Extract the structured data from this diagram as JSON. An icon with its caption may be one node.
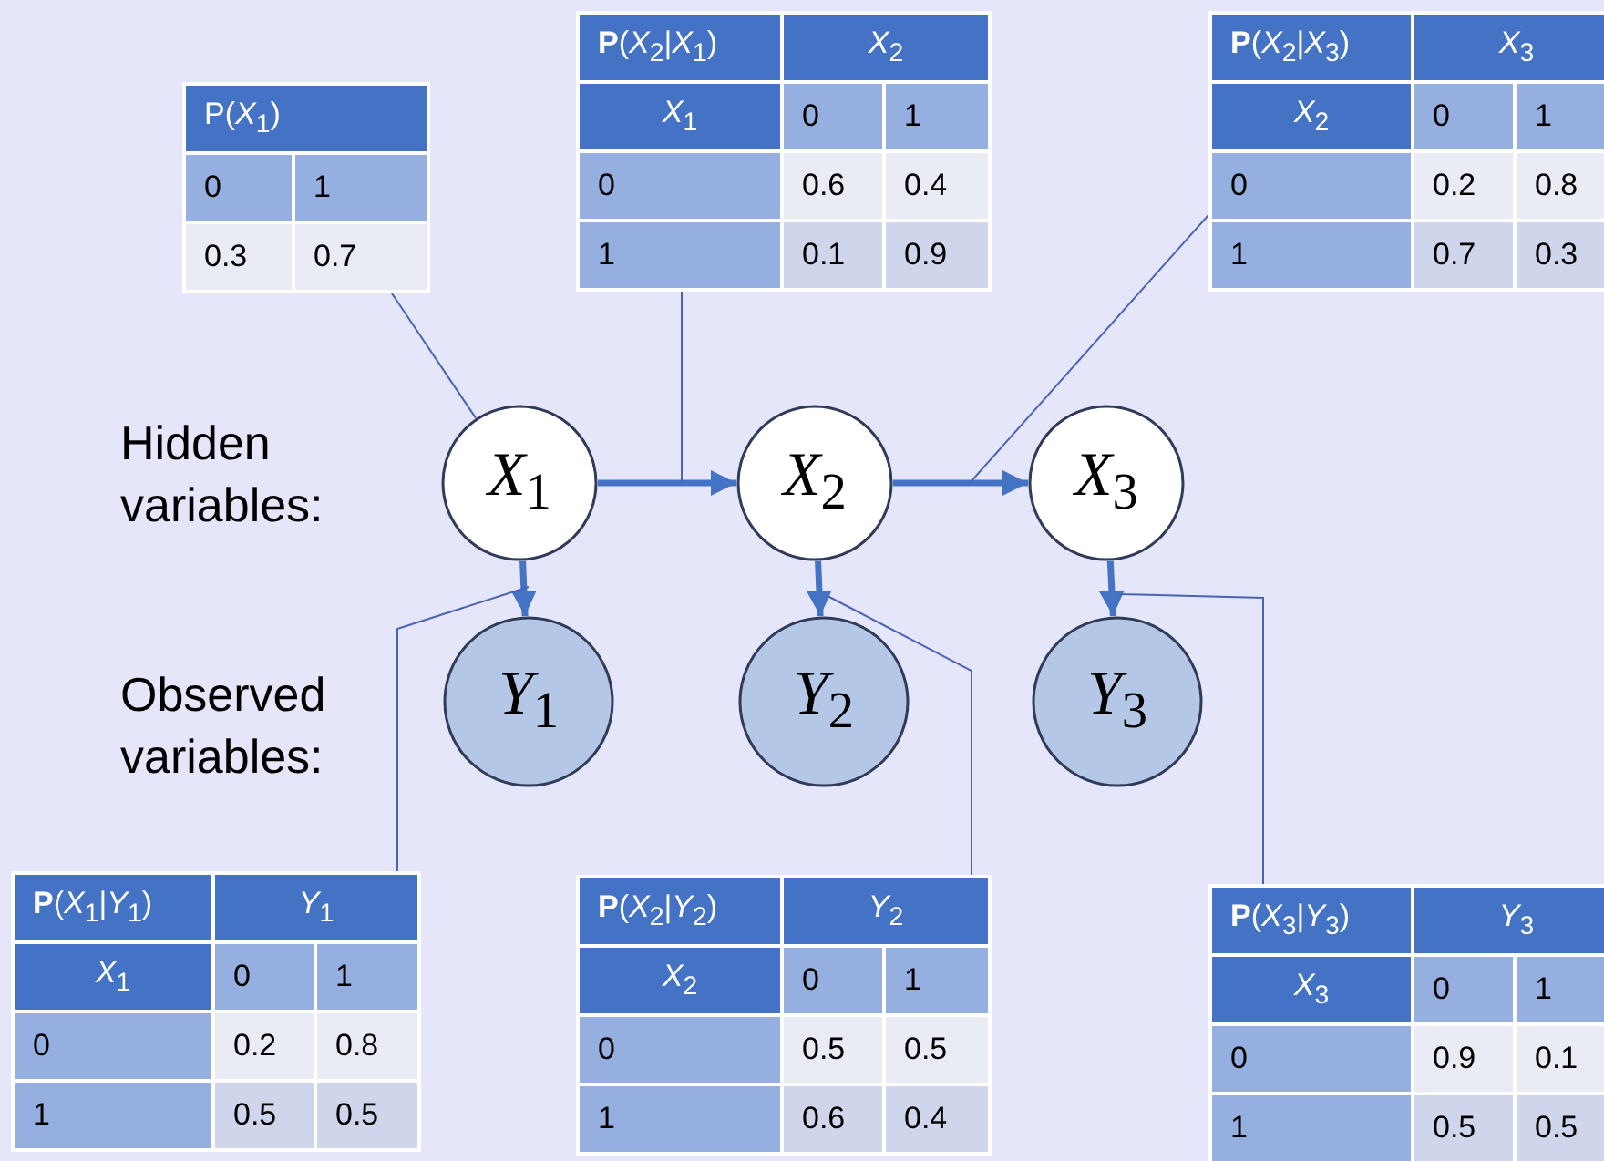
{
  "diagram": {
    "nodes": [
      {
        "text": [
          "*X*$_{1}$"
        ]
      },
      {
        "text": [
          "*X*$_{2}$"
        ]
      },
      {
        "text": [
          "*X*$_{3}$"
        ]
      },
      {
        "text": [
          "*Y*$_{1}$"
        ]
      },
      {
        "text": [
          "*Y*$_{2}$"
        ]
      },
      {
        "text": [
          "*Y*$_{3}$"
        ]
      },
      {
        "text": [
          "P(*X*$_{1}$)",
          "0",
          "1",
          "0.3",
          "0.7"
        ]
      },
      {
        "text": [
          "**P**(*X*$_{2}$|*X*$_{1}$)",
          "*X*$_{2}$",
          "*X*$_{1}$",
          "0",
          "1",
          "0",
          "0.6",
          "0.4",
          "1",
          "0.1",
          "0.9"
        ]
      },
      {
        "text": [
          "**P**(*X*$_{2}$|*X*$_{3}$)",
          "*X*$_{3}$",
          "*X*$_{2}$",
          "0",
          "1",
          "0",
          "0.2",
          "0.8",
          "1",
          "0.7",
          "0.3"
        ]
      },
      {
        "text": [
          "**P**(*X*$_{1}$|*Y*$_{1}$)",
          "*Y*$_{1}$",
          "*X*$_{1}$",
          "0",
          "1",
          "0",
          "0.2",
          "0.8",
          "1",
          "0.5",
          "0.5"
        ]
      },
      {
        "text": [
          "**P**(*X*$_{2}$|*Y*$_{2}$)",
          "*Y*$_{2}$",
          "*X*$_{2}$",
          "0",
          "1",
          "0",
          "0.5",
          "0.5",
          "1",
          "0.6",
          "0.4"
        ]
      },
      {
        "text": [
          "**P**(*X*$_{3}$|*Y*$_{3}$)",
          "*Y*$_{3}$",
          "*X*$_{3}$",
          "0",
          "1",
          "0",
          "0.9",
          "0.1",
          "1",
          "0.5",
          "0.5"
        ]
      }
    ],
    "edges": [
      {
        "from": 0,
        "to": 1,
        "arrow": "to",
        "style": "thick"
      },
      {
        "from": 1,
        "to": 2,
        "arrow": "to",
        "style": "thick"
      },
      {
        "from": 0,
        "to": 3,
        "arrow": "to",
        "style": "thick"
      },
      {
        "from": 1,
        "to": 4,
        "arrow": "to",
        "style": "thick"
      },
      {
        "from": 2,
        "to": 5,
        "arrow": "to",
        "style": "thick"
      },
      {
        "from": 6,
        "to": 0,
        "arrow": "none"
      },
      {
        "from": 7,
        "to": null,
        "arrow": "none"
      },
      {
        "from": 8,
        "to": null,
        "arrow": "none"
      },
      {
        "from": 9,
        "to": null,
        "arrow": "none"
      },
      {
        "from": 10,
        "to": null,
        "arrow": "none"
      },
      {
        "from": 11,
        "to": null,
        "arrow": "none"
      }
    ],
    "labels": [
      "Hidden variables:",
      "Observed variables:"
    ]
  }
}
